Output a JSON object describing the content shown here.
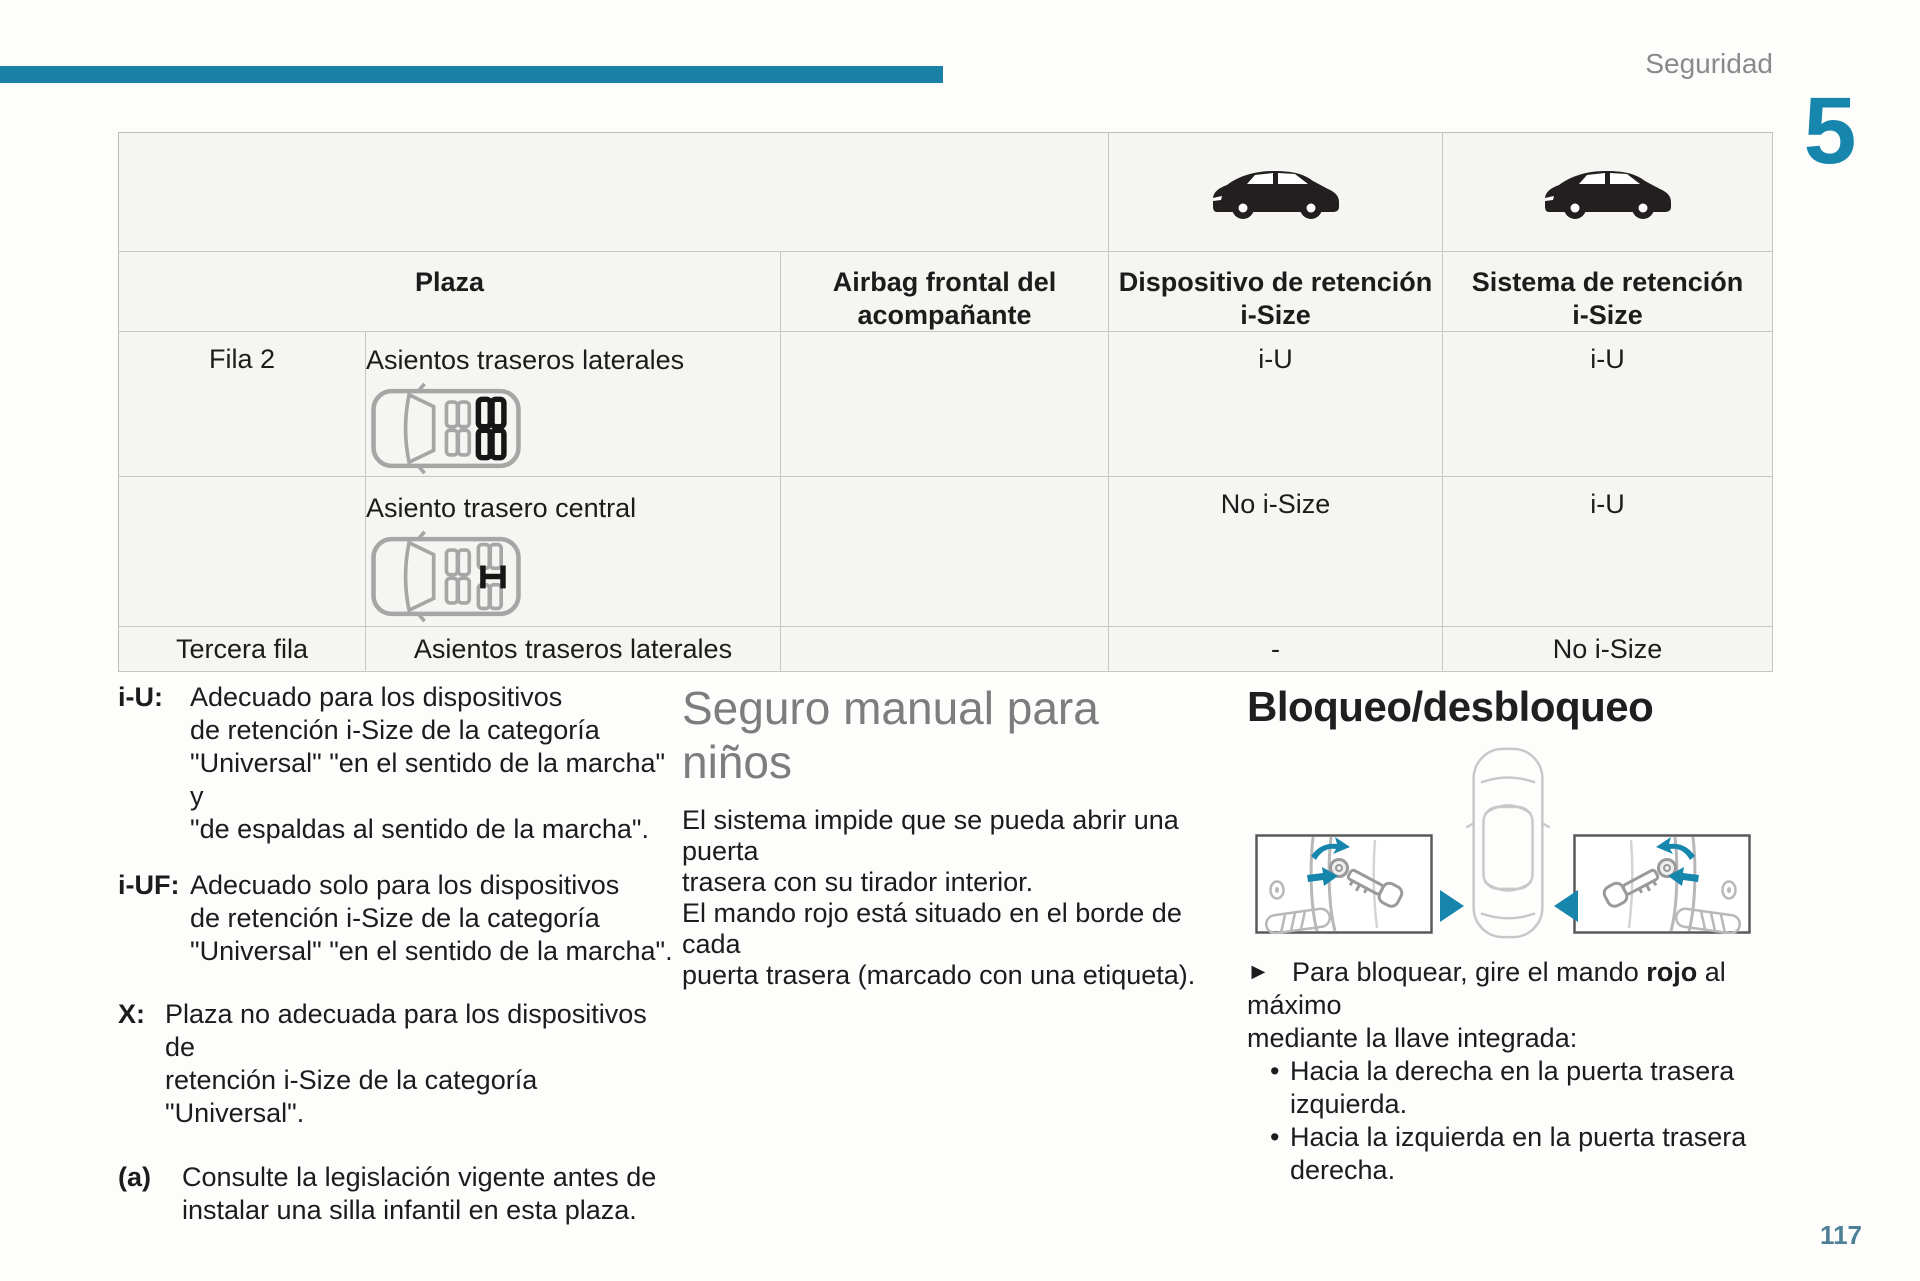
{
  "page": {
    "section_label": "Seguridad",
    "chapter_number": "5",
    "page_number": "117"
  },
  "colors": {
    "accent_teal": "#1786ad",
    "rule_teal": "#1a80a6",
    "heading_gray": "#7d7d7d",
    "section_label_gray": "#8a8a8a",
    "page_number_teal": "#4d7f97",
    "table_cell_bg": "#f5f5f2"
  },
  "table": {
    "header": {
      "plaza": "Plaza",
      "airbag_line1": "Airbag frontal del",
      "airbag_line2": "acompañante",
      "dispositivo_line1": "Dispositivo de retención",
      "dispositivo_line2": "i-Size",
      "sistema_line1": "Sistema de retención",
      "sistema_line2": "i-Size"
    },
    "icons": {
      "dispositivo_icon": "car-side-icon",
      "sistema_icon": "car-side-icon"
    },
    "rows": [
      {
        "fila": "Fila 2",
        "plaza": "Asientos traseros laterales",
        "airbag": "",
        "dispositivo": "i-U",
        "sistema": "i-U"
      },
      {
        "fila": "",
        "plaza": "Asiento trasero central",
        "airbag": "",
        "dispositivo": "No i-Size",
        "sistema": "i-U"
      },
      {
        "fila": "Tercera fila",
        "plaza": "Asientos traseros laterales",
        "airbag": "",
        "dispositivo": "-",
        "sistema": "No i-Size"
      }
    ]
  },
  "legend": [
    {
      "term": "i-U:",
      "lines": [
        "Adecuado para los dispositivos",
        "de retención i-Size de la categoría",
        "\"Universal\" \"en el sentido de la marcha\" y",
        "\"de espaldas al sentido de la marcha\"."
      ]
    },
    {
      "term": "i-UF:",
      "lines": [
        "Adecuado solo para los dispositivos",
        "de retención i-Size de la categoría",
        "\"Universal\" \"en el sentido de la marcha\"."
      ]
    },
    {
      "term": "X:",
      "lines": [
        "Plaza no adecuada para los dispositivos de",
        "retención i-Size de la categoría \"Universal\"."
      ]
    },
    {
      "term": "(a)",
      "lines": [
        "Consulte la legislación vigente antes de",
        "instalar una silla infantil en esta plaza."
      ]
    }
  ],
  "childlock": {
    "title_line1": "Seguro manual para",
    "title_line2": "niños",
    "body_lines": [
      "El sistema impide que se pueda abrir una puerta",
      "trasera con su tirador interior.",
      "El mando rojo está situado en el borde de cada",
      "puerta trasera (marcado con una etiqueta)."
    ]
  },
  "lock": {
    "title": "Bloqueo/desbloqueo",
    "arrow_glyph": "►",
    "action_pre": "Para bloquear, gire el mando ",
    "action_bold": "rojo",
    "action_post": " al máximo",
    "action_line2": "mediante la llave integrada:",
    "bullet_glyph": "•",
    "bullets": [
      {
        "line1": "Hacia la derecha en la puerta trasera",
        "line2": "izquierda."
      },
      {
        "line1": "Hacia la izquierda en la puerta trasera",
        "line2": "derecha."
      }
    ]
  }
}
